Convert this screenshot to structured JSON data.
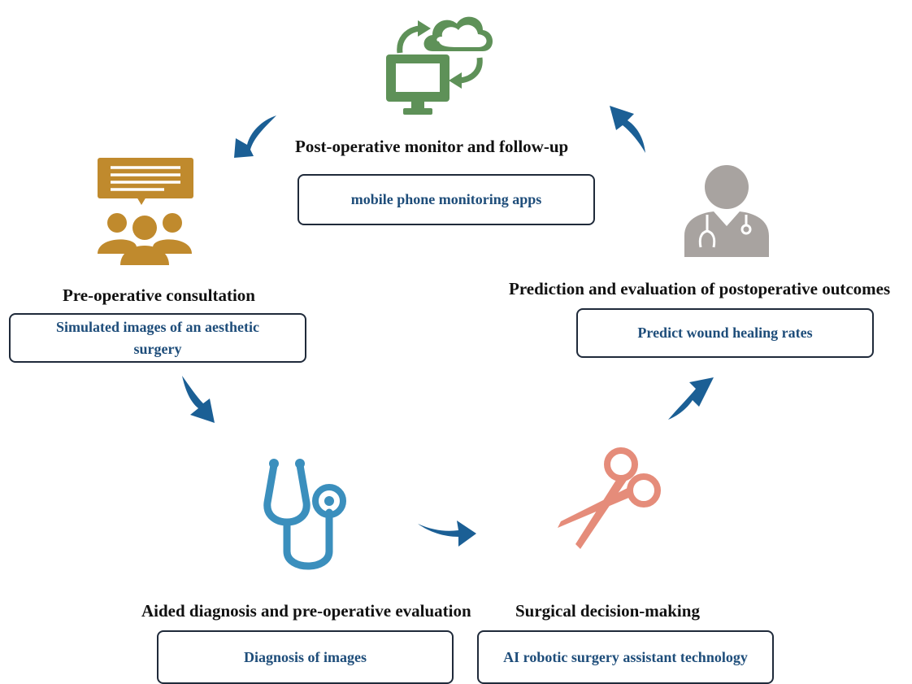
{
  "colors": {
    "arrow": "#1b5f95",
    "heading": "#111111",
    "box_text": "#1e4d7a",
    "box_border": "#1f2a3a",
    "monitor_icon": "#5e9158",
    "consultation_icon": "#c08a2d",
    "stethoscope_icon": "#3b8fbd",
    "scissors_icon": "#e58c7a",
    "doctor_icon": "#a8a3a0"
  },
  "stages": {
    "post_op": {
      "title": "Post-operative monitor and follow-up",
      "box": "mobile phone monitoring apps",
      "icon": "computer-cloud-sync-icon"
    },
    "pre_op": {
      "title": "Pre-operative consultation",
      "box_line1": "Simulated images of an aesthetic",
      "box_line2": "surgery",
      "icon": "consultation-group-icon"
    },
    "prediction": {
      "title": "Prediction and evaluation of postoperative outcomes",
      "box": "Predict wound healing rates",
      "icon": "doctor-icon"
    },
    "diagnosis": {
      "title": "Aided diagnosis and pre-operative evaluation",
      "box": "Diagnosis of images",
      "icon": "stethoscope-icon"
    },
    "surgical": {
      "title": "Surgical decision-making",
      "box": "AI robotic surgery assistant technology",
      "icon": "scissors-icon"
    }
  }
}
